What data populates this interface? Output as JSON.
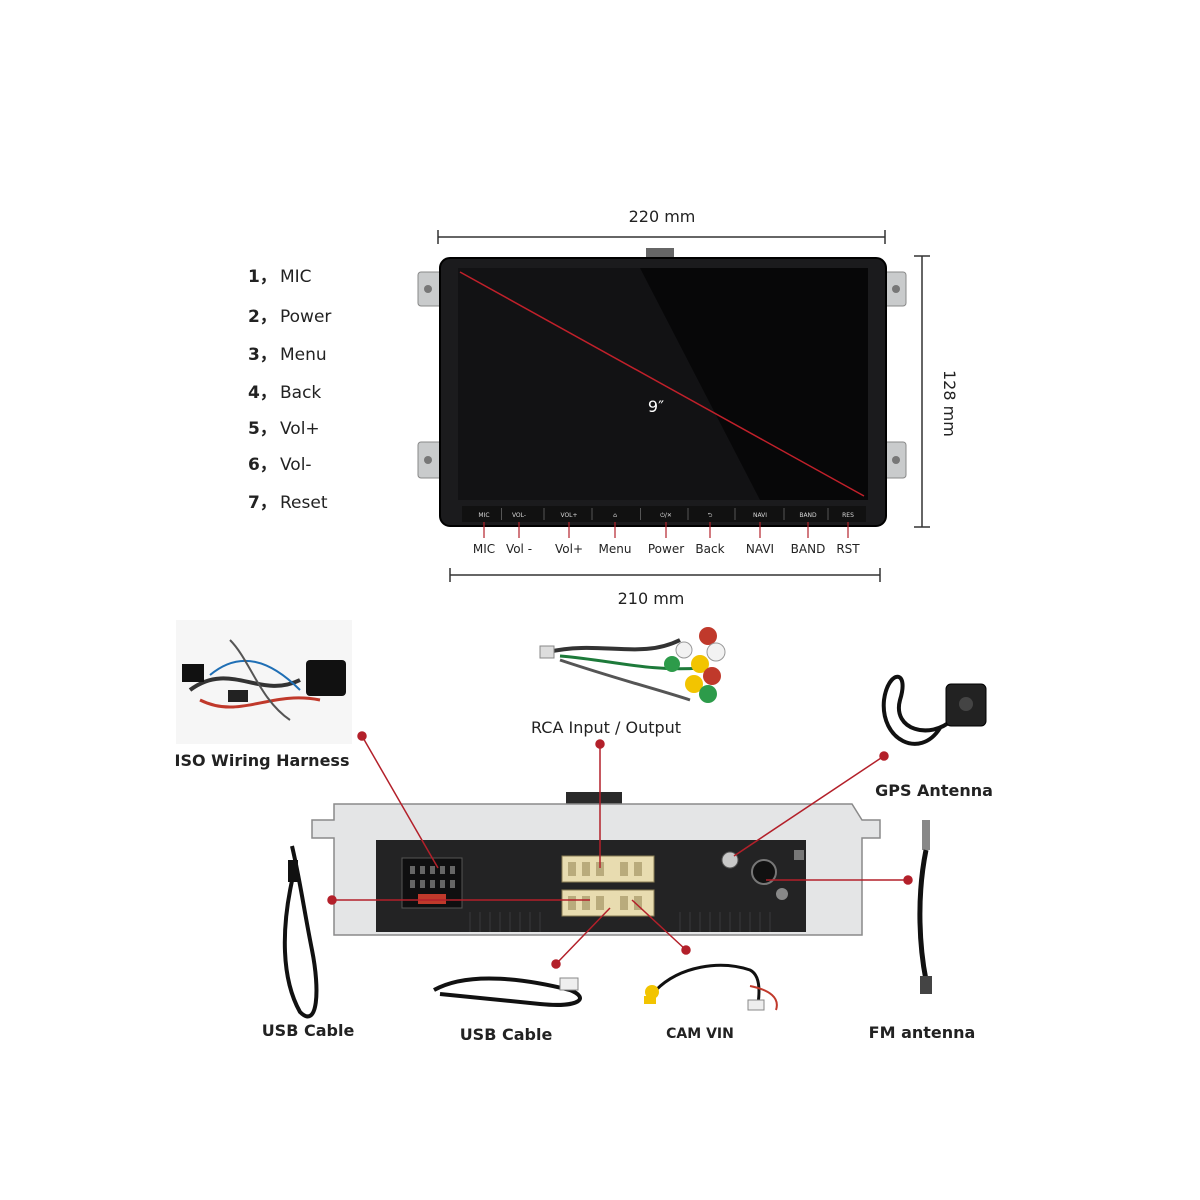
{
  "dimensions": {
    "width": "220 mm",
    "height": "128 mm",
    "bottom_width": "210 mm",
    "screen_size": "9″"
  },
  "legend": [
    {
      "num": "1，",
      "label": "MIC"
    },
    {
      "num": "2，",
      "label": "Power"
    },
    {
      "num": "3，",
      "label": "Menu"
    },
    {
      "num": "4，",
      "label": "Back"
    },
    {
      "num": "5，",
      "label": "Vol+"
    },
    {
      "num": "6，",
      "label": "Vol-"
    },
    {
      "num": "7，",
      "label": "Reset"
    }
  ],
  "bezel_buttons": [
    "MIC",
    "VOL-",
    "VOL+",
    "⌂",
    "⏻/✕",
    "⮌",
    "NAVI",
    "BAND",
    "RES"
  ],
  "button_labels": [
    "MIC",
    "Vol -",
    "Vol+",
    "Menu",
    "Power",
    "Back",
    "NAVI",
    "BAND",
    "RST"
  ],
  "accessories": {
    "iso": "ISO Wiring Harness",
    "rca": "RCA Input / Output",
    "gps": "GPS Antenna",
    "usb_left": "USB Cable",
    "usb_mid": "USB Cable",
    "cam": "CAM VIN",
    "fm": "FM antenna"
  },
  "colors": {
    "callout": "#b3202a",
    "dimension": "#333333",
    "connector": "#e8dcb0"
  }
}
